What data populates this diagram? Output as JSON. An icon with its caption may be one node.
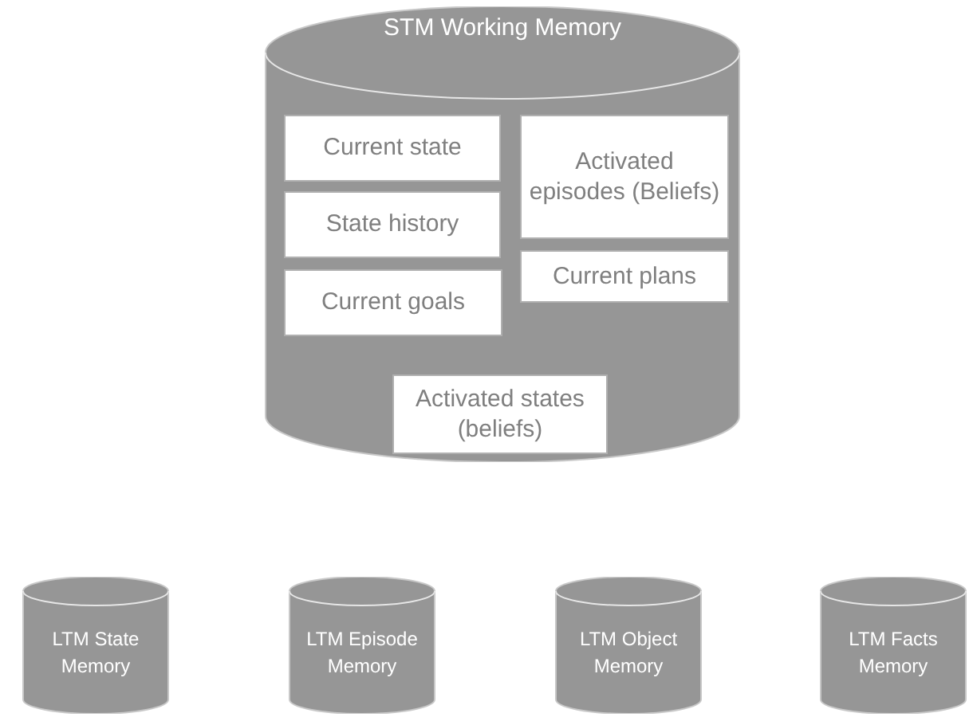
{
  "diagram": {
    "nodes": [
      {
        "text": [
          "STM Working Memory"
        ]
      },
      {
        "text": [
          "Current state"
        ],
        "in": 0
      },
      {
        "text": [
          "State history"
        ],
        "in": 0
      },
      {
        "text": [
          "Current goals"
        ],
        "in": 0
      },
      {
        "text": [
          "Activated episodes (Beliefs)"
        ],
        "in": 0
      },
      {
        "text": [
          "Current plans"
        ],
        "in": 0
      },
      {
        "text": [
          "Activated states (beliefs)"
        ],
        "in": 0
      },
      {
        "text": [
          "LTM State Memory"
        ]
      },
      {
        "text": [
          "LTM Episode Memory"
        ]
      },
      {
        "text": [
          "LTM Object Memory"
        ]
      },
      {
        "text": [
          "LTM Facts Memory"
        ]
      }
    ]
  }
}
